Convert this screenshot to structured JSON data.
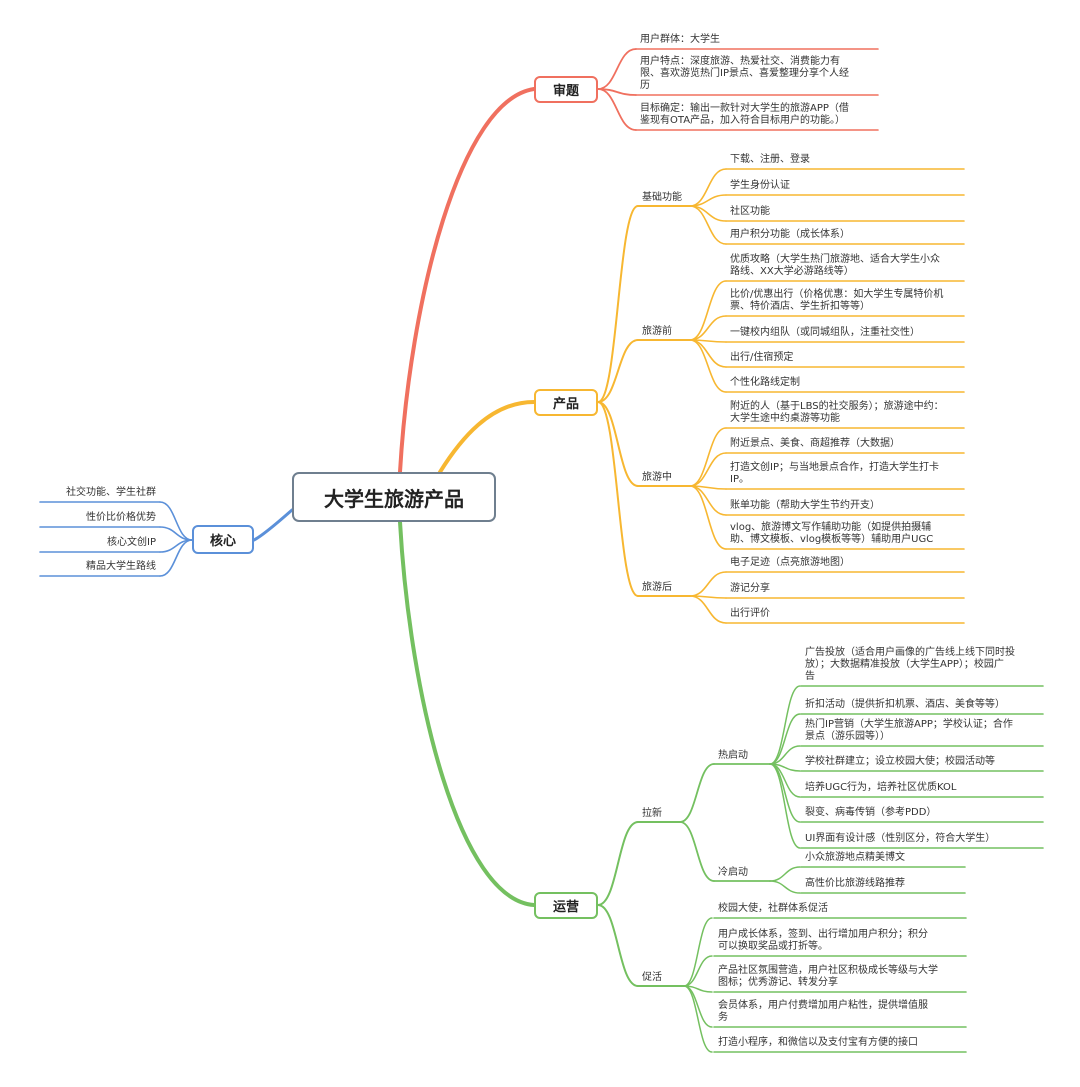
{
  "colors": {
    "red": "#f0705f",
    "orange": "#f7b731",
    "green": "#74c060",
    "blue": "#5b90d9",
    "center_border": "#6f7f8f"
  },
  "center": {
    "label": "大学生旅游产品"
  },
  "core": {
    "label": "核心",
    "items": [
      "社交功能、学生社群",
      "性价比价格优势",
      "核心文创IP",
      "精品大学生路线"
    ]
  },
  "review": {
    "label": "审题",
    "items": [
      "用户群体：大学生",
      "用户特点：深度旅游、热爱社交、消费能力有\n限、喜欢游览热门IP景点、喜爱整理分享个人经\n历",
      "目标确定：输出一款针对大学生的旅游APP（借\n鉴现有OTA产品，加入符合目标用户的功能。）"
    ]
  },
  "product": {
    "label": "产品",
    "basic": {
      "label": "基础功能",
      "items": [
        "下载、注册、登录",
        "学生身份认证",
        "社区功能",
        "用户积分功能（成长体系）"
      ]
    },
    "before": {
      "label": "旅游前",
      "items": [
        "优质攻略（大学生热门旅游地、适合大学生小众\n路线、XX大学必游路线等）",
        "比价/优惠出行（价格优惠：如大学生专属特价机\n票、特价酒店、学生折扣等等）",
        "一键校内组队（或同城组队，注重社交性）",
        "出行/住宿预定",
        "个性化路线定制"
      ]
    },
    "during": {
      "label": "旅游中",
      "items": [
        "附近的人（基于LBS的社交服务）；旅游途中约：\n大学生途中约桌游等功能",
        "附近景点、美食、商超推荐（大数据）",
        "打造文创IP；与当地景点合作，打造大学生打卡\nIP。",
        "账单功能（帮助大学生节约开支）",
        "vlog、旅游博文写作辅助功能（如提供拍摄辅\n助、博文模板、vlog模板等等）辅助用户UGC"
      ]
    },
    "after": {
      "label": "旅游后",
      "items": [
        "电子足迹（点亮旅游地图）",
        "游记分享",
        "出行评价"
      ]
    }
  },
  "ops": {
    "label": "运营",
    "acquire": {
      "label": "拉新",
      "hot": {
        "label": "热启动",
        "items": [
          "广告投放（适合用户画像的广告线上线下同时投\n放）；大数据精准投放（大学生APP）；校园广\n告",
          "折扣活动（提供折扣机票、酒店、美食等等）",
          "热门IP营销（大学生旅游APP；学校认证；合作\n景点（游乐园等））",
          "学校社群建立；设立校园大使；校园活动等",
          "培养UGC行为，培养社区优质KOL",
          "裂变、病毒传销（参考PDD）",
          "UI界面有设计感（性别区分，符合大学生）"
        ]
      },
      "cold": {
        "label": "冷启动",
        "items": [
          "小众旅游地点精美博文",
          "高性价比旅游线路推荐"
        ]
      }
    },
    "activate": {
      "label": "促活",
      "items": [
        "校园大使，社群体系促活",
        "用户成长体系，签到、出行增加用户积分；积分\n可以换取奖品或打折等。",
        "产品社区氛围营造，用户社区积极成长等级与大学\n图标；优秀游记、转发分享",
        "会员体系，用户付费增加用户粘性，提供增值服\n务",
        "打造小程序，和微信以及支付宝有方便的接口"
      ]
    }
  }
}
